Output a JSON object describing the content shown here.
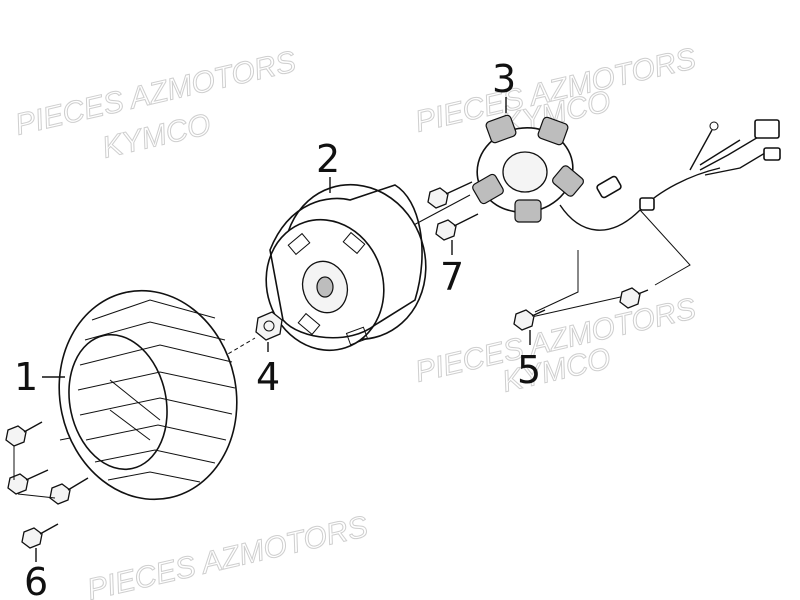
{
  "watermarks": [
    "PIECES AZMOTORS",
    "KYMCO",
    "PIECES AZMOTORS",
    "KYMCO",
    "PIECES AZMOTORS",
    "KYMCO",
    "PIECES AZMOTORS"
  ],
  "callouts": [
    "1",
    "2",
    "3",
    "4",
    "5",
    "6",
    "7"
  ]
}
